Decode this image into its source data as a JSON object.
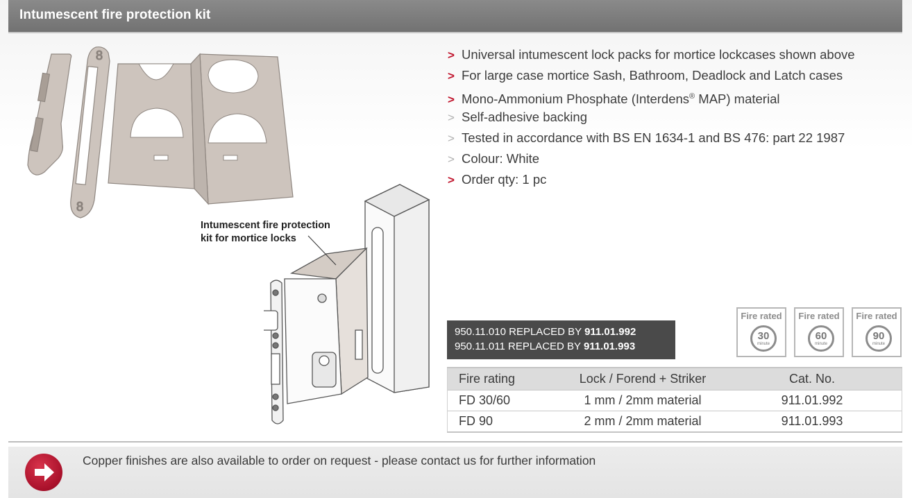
{
  "header": {
    "title": "Intumescent fire protection kit"
  },
  "bullets": [
    {
      "style": "bold",
      "text": "Universal intumescent lock packs for mortice lockcases shown above"
    },
    {
      "style": "bold",
      "text": "For large case mortice Sash, Bathroom, Deadlock and Latch cases"
    },
    {
      "style": "bold",
      "text_before": "Mono-Ammonium Phosphate (Interdens",
      "sup": "®",
      "text_after": " MAP) material"
    },
    {
      "style": "light",
      "text": "Self-adhesive backing"
    },
    {
      "style": "light",
      "text": "Tested in accordance with BS EN 1634-1 and BS 476: part 22 1987"
    },
    {
      "style": "light",
      "text": "Colour: White"
    },
    {
      "style": "bold",
      "text": "Order qty:  1 pc"
    }
  ],
  "bullet_marker": ">",
  "callout": {
    "line1": "Intumescent fire protection",
    "line2": "kit for mortice locks"
  },
  "replaced": [
    {
      "prefix": "950.11.010 REPLACED BY ",
      "code": "911.01.992"
    },
    {
      "prefix": "950.11.011 REPLACED BY ",
      "code": "911.01.993"
    }
  ],
  "badges": [
    {
      "label": "Fire rated",
      "value": "30",
      "unit": "minute"
    },
    {
      "label": "Fire rated",
      "value": "60",
      "unit": "minute"
    },
    {
      "label": "Fire rated",
      "value": "90",
      "unit": "minute"
    }
  ],
  "table": {
    "headers": [
      "Fire rating",
      "Lock / Forend + Striker",
      "Cat. No."
    ],
    "rows": [
      [
        "FD 30/60",
        "1 mm / 2mm material",
        "911.01.992"
      ],
      [
        "FD 90",
        "2 mm / 2mm material",
        "911.01.993"
      ]
    ]
  },
  "footer": {
    "text": "Copper finishes are also available to order on request - please contact us for further information"
  },
  "colors": {
    "accent": "#c0142c",
    "header": "#7a7a7a",
    "table_header": "#dcdcdc",
    "dark_box": "#4a4a4a"
  },
  "icons": [
    "arrow-right-circle-icon"
  ]
}
